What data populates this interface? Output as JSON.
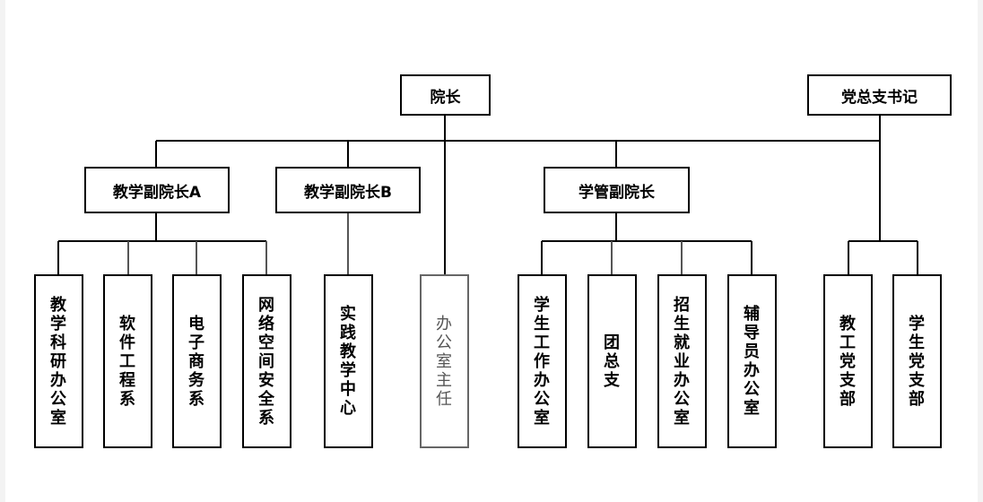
{
  "top": {
    "dean": "院长",
    "secretary": "党总支书记"
  },
  "deputies": {
    "a": "教学副院长A",
    "b": "教学副院长B",
    "student": "学管副院长"
  },
  "units": {
    "research_office": "教学科研办公室",
    "software": "软件工程系",
    "ecommerce": "电子商务系",
    "cybersecurity": "网络空间安全系",
    "practice_center": "实践教学中心",
    "office_director": "办公室主任",
    "student_affairs": "学生工作办公室",
    "youth_league": "团总支",
    "admissions": "招生就业办公室",
    "counselor": "辅导员办公室",
    "staff_branch": "教工党支部",
    "student_branch": "学生党支部"
  },
  "colors": {
    "line_dark": "#000000",
    "line_gray": "#555555",
    "box_border": "#000000"
  }
}
